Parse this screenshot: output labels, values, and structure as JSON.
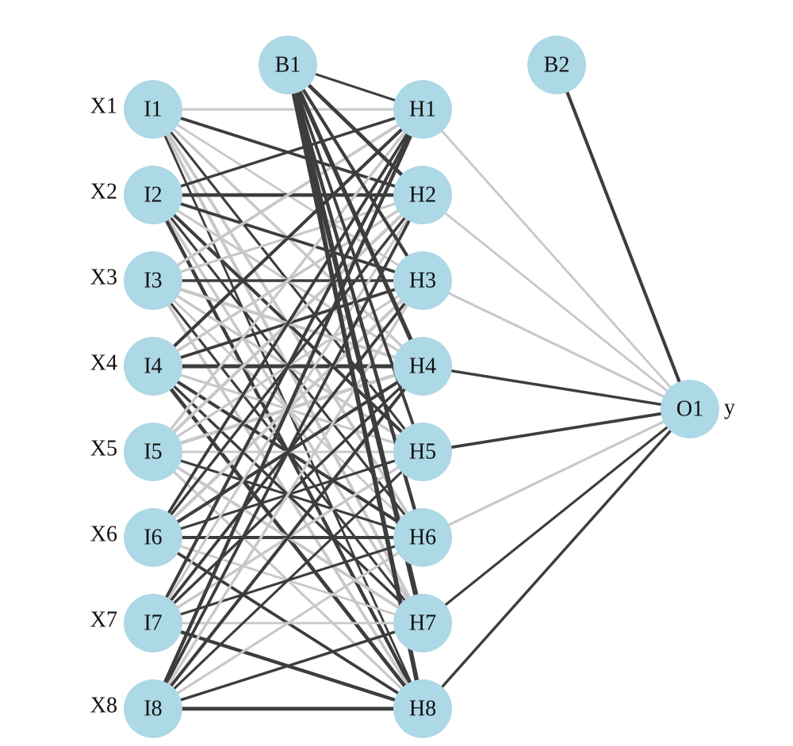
{
  "diagram": {
    "colors": {
      "node_fill": "#add8e6",
      "positive_weight": "#3d3d3d",
      "negative_weight": "#c8c8c8",
      "label": "#111111"
    },
    "input_variables": [
      "X1",
      "X2",
      "X3",
      "X4",
      "X5",
      "X6",
      "X7",
      "X8"
    ],
    "output_variable": "y",
    "input_nodes": [
      "I1",
      "I2",
      "I3",
      "I4",
      "I5",
      "I6",
      "I7",
      "I8"
    ],
    "hidden_nodes": [
      "H1",
      "H2",
      "H3",
      "H4",
      "H5",
      "H6",
      "H7",
      "H8"
    ],
    "bias_nodes": [
      "B1",
      "B2"
    ],
    "output_nodes": [
      "O1"
    ],
    "input_hidden_weights": [
      [
        -0.6,
        0.8,
        -0.5,
        -0.7,
        0.6,
        -0.8,
        -0.9,
        0.5
      ],
      [
        0.7,
        1.0,
        0.8,
        -0.6,
        0.9,
        0.6,
        -0.7,
        1.0
      ],
      [
        -0.8,
        -0.6,
        0.7,
        -0.9,
        -0.7,
        -0.5,
        0.6,
        -0.8
      ],
      [
        0.9,
        -0.7,
        0.8,
        1.2,
        -0.6,
        0.9,
        0.7,
        1.1
      ],
      [
        -0.7,
        -0.9,
        -0.6,
        -1.0,
        -0.5,
        0.6,
        -0.8,
        -0.6
      ],
      [
        0.8,
        0.7,
        -0.9,
        0.9,
        0.6,
        0.9,
        -0.5,
        0.8
      ],
      [
        0.9,
        -0.6,
        0.8,
        0.7,
        -0.7,
        0.6,
        -0.5,
        1.0
      ],
      [
        1.0,
        0.8,
        -0.7,
        0.9,
        0.6,
        -0.6,
        0.7,
        1.1
      ]
    ],
    "bias_hidden_weights": [
      0.6,
      1.1,
      0.9,
      1.3,
      0.8,
      1.0,
      1.6,
      1.4
    ],
    "hidden_output_weights": [
      -0.5,
      -0.5,
      -0.6,
      0.7,
      0.8,
      -0.6,
      0.6,
      0.7
    ],
    "bias_output_weight": 0.9
  }
}
